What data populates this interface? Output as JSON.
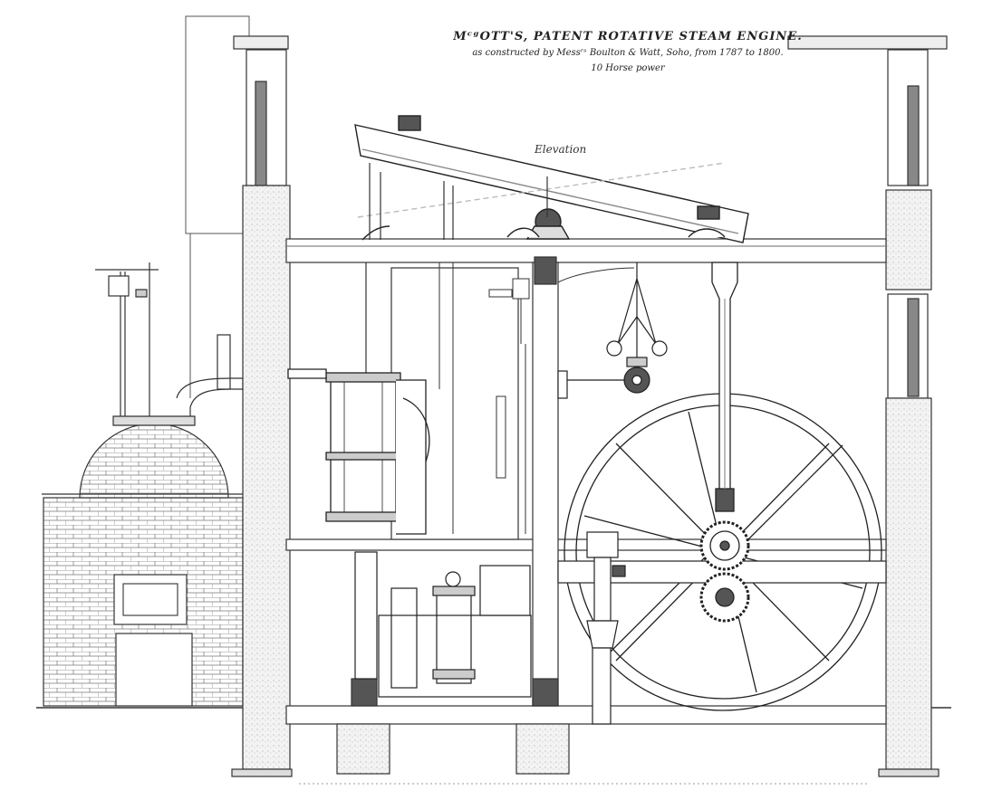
{
  "title": {
    "main": "MᶜᵍOTT'S, PATENT ROTATIVE STEAM ENGINE.",
    "sub": "as constructed by Messʳˢ Boulton & Watt, Soho, from 1787 to 1800.",
    "power": "10 Horse power"
  },
  "view_label": "Elevation",
  "colors": {
    "ink": "#2a2a2a",
    "paper": "#ffffff",
    "shade": "#9a9a9a"
  }
}
